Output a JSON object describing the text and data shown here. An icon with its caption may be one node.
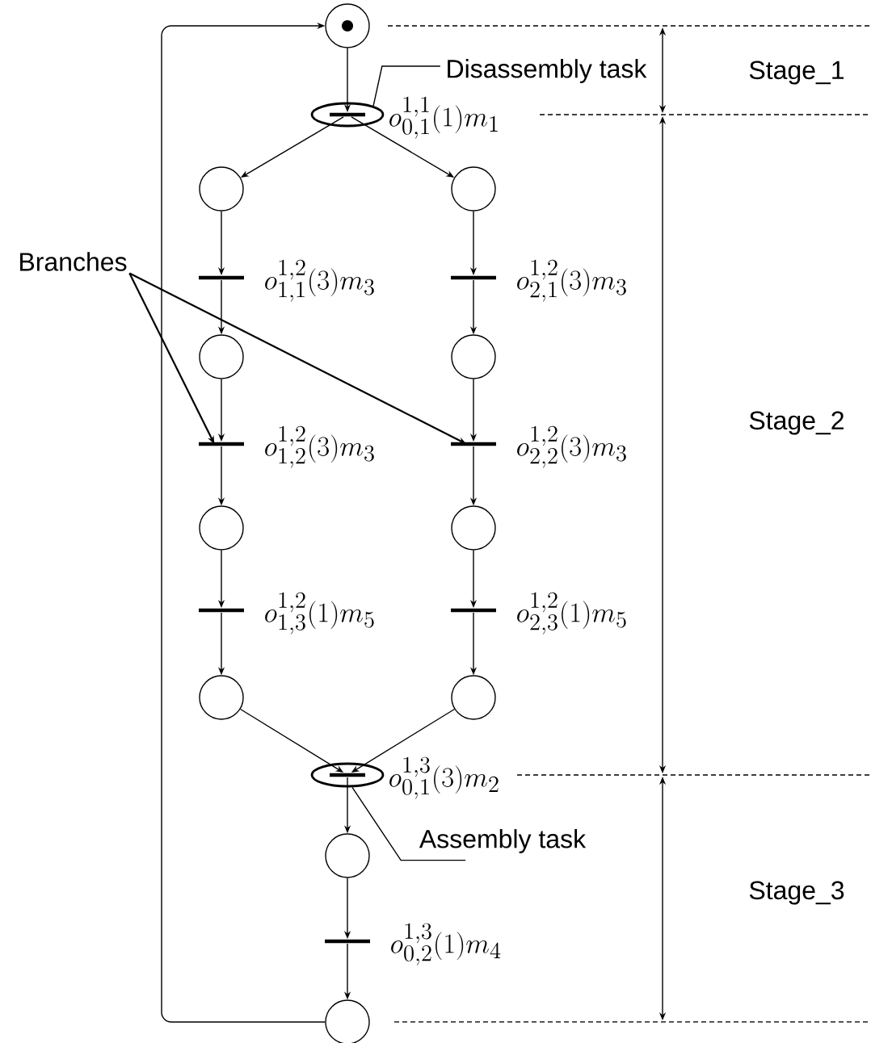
{
  "diagram": {
    "nodes": [
      {
        "text": [],
        "shape": "circle"
      },
      {
        "text": [],
        "shape": "ellipse",
        "beside": [
          "o_{0,1}^{1,1}(1)m_1"
        ]
      },
      {
        "text": [],
        "shape": "bar",
        "in": 1
      },
      {
        "text": [
          "Disassembly task"
        ]
      },
      {
        "text": [],
        "shape": "circle"
      },
      {
        "text": [],
        "shape": "circle"
      },
      {
        "text": [],
        "shape": "bar",
        "beside": [
          "o_{1,1}^{1,2}(3)m_3"
        ]
      },
      {
        "text": [],
        "shape": "bar",
        "beside": [
          "o_{2,1}^{1,2}(3)m_3"
        ]
      },
      {
        "text": [],
        "shape": "circle"
      },
      {
        "text": [],
        "shape": "circle"
      },
      {
        "text": [
          "Branches"
        ]
      },
      {
        "text": [],
        "shape": "bar",
        "beside": [
          "o_{1,2}^{1,2}(3)m_3"
        ]
      },
      {
        "text": [],
        "shape": "bar",
        "beside": [
          "o_{2,2}^{1,2}(3)m_3"
        ]
      },
      {
        "text": [],
        "shape": "circle"
      },
      {
        "text": [],
        "shape": "circle"
      },
      {
        "text": [],
        "shape": "bar",
        "beside": [
          "o_{1,3}^{1,2}(1)m_5"
        ]
      },
      {
        "text": [],
        "shape": "bar",
        "beside": [
          "o_{2,3}^{1,2}(1)m_5"
        ]
      },
      {
        "text": [],
        "shape": "circle"
      },
      {
        "text": [],
        "shape": "circle"
      },
      {
        "text": [],
        "shape": "ellipse",
        "beside": [
          "o_{0,1}^{1,3}(3)m_2"
        ]
      },
      {
        "text": [],
        "shape": "bar",
        "in": 19
      },
      {
        "text": [
          "Assembly task"
        ]
      },
      {
        "text": [],
        "shape": "circle"
      },
      {
        "text": [],
        "shape": "bar",
        "beside": [
          "o_{0,2}^{1,3}(1)m_4"
        ]
      },
      {
        "text": [],
        "shape": "circle"
      }
    ],
    "edges": [
      {
        "from": 0,
        "to": 2,
        "arrow": "to"
      },
      {
        "from": 3,
        "to": 1,
        "arrow": "none"
      },
      {
        "from": 2,
        "to": 4,
        "arrow": "to"
      },
      {
        "from": 2,
        "to": 5,
        "arrow": "to"
      },
      {
        "from": 4,
        "to": 6,
        "arrow": "to"
      },
      {
        "from": 5,
        "to": 7,
        "arrow": "to"
      },
      {
        "from": 6,
        "to": 8,
        "arrow": "to"
      },
      {
        "from": 7,
        "to": 9,
        "arrow": "to"
      },
      {
        "from": 10,
        "to": 11,
        "arrow": "to"
      },
      {
        "from": 10,
        "to": 12,
        "arrow": "to"
      },
      {
        "from": 8,
        "to": 11,
        "arrow": "to"
      },
      {
        "from": 9,
        "to": 12,
        "arrow": "to"
      },
      {
        "from": 11,
        "to": 13,
        "arrow": "to"
      },
      {
        "from": 12,
        "to": 14,
        "arrow": "to"
      },
      {
        "from": 13,
        "to": 15,
        "arrow": "to"
      },
      {
        "from": 14,
        "to": 16,
        "arrow": "to"
      },
      {
        "from": 15,
        "to": 17,
        "arrow": "to"
      },
      {
        "from": 16,
        "to": 18,
        "arrow": "to"
      },
      {
        "from": 17,
        "to": 20,
        "arrow": "to"
      },
      {
        "from": 18,
        "to": 20,
        "arrow": "to"
      },
      {
        "from": 21,
        "to": 19,
        "arrow": "none"
      },
      {
        "from": 20,
        "to": 22,
        "arrow": "to"
      },
      {
        "from": 22,
        "to": 23,
        "arrow": "to"
      },
      {
        "from": 23,
        "to": 24,
        "arrow": "to"
      },
      {
        "from": 24,
        "to": 0,
        "arrow": "to"
      }
    ],
    "labels": [
      "Stage_1",
      "Stage_2",
      "Stage_3"
    ]
  }
}
